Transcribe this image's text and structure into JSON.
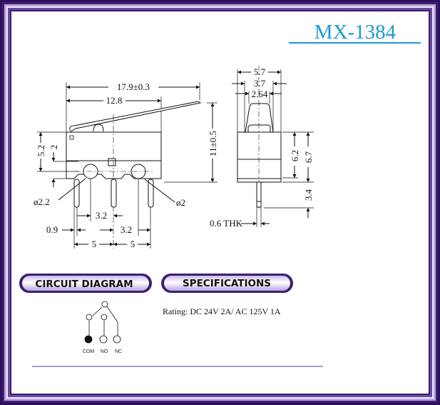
{
  "title": "MX-1384",
  "colors": {
    "title": "#1a9ad6",
    "frame": "#3d1d70",
    "pill": "#4a2a80",
    "divider": "#8a80c0"
  },
  "side_view": {
    "overall_length": "17.9±0.3",
    "body_length": "12.8",
    "height": "11±0.5",
    "hole_offset": "5.2",
    "hole_offset_small": "2",
    "hole_diameter_left": "ø2.2",
    "hole_diameter_right": "ø2",
    "pin_pitch_a": "3.2",
    "pin_pitch_b": "3.2",
    "pin_edge": "0.9",
    "pin_spacing_left": "5",
    "pin_spacing_right": "5"
  },
  "end_view": {
    "width": "5.7",
    "actuator_width": "3.7",
    "actuator_top": "2.64",
    "body_height_inner": "6.2",
    "body_height": "6.7",
    "pin_length": "3.4",
    "pin_thickness": "0.6 THK"
  },
  "sections": {
    "circuit_label": "CIRCUIT DIAGRAM",
    "specs_label": "SPECIFICATIONS"
  },
  "circuit": {
    "terminals": [
      "COM",
      "NO",
      "NC"
    ]
  },
  "specs": {
    "rating": "Rating: DC 24V 2A/ AC 125V 1A"
  }
}
